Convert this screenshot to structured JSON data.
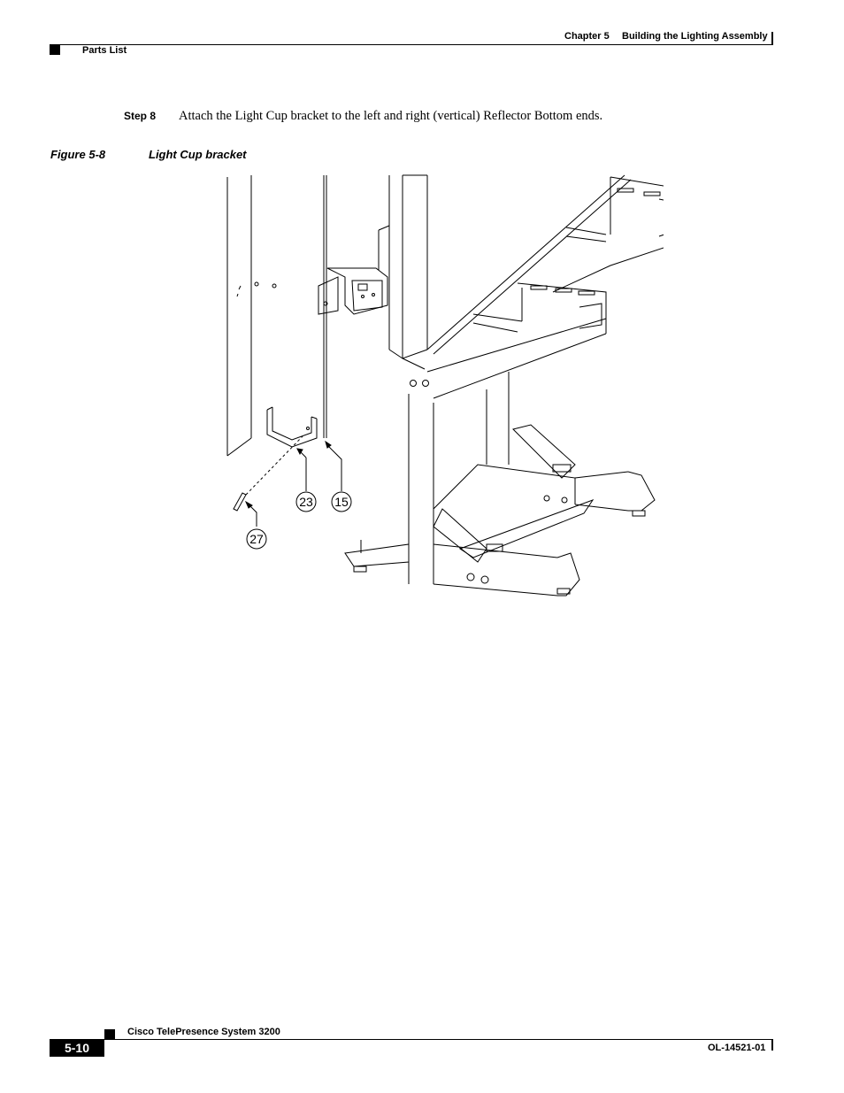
{
  "header": {
    "chapter": "Chapter 5",
    "chapter_title": "Building the Lighting Assembly",
    "section": "Parts List"
  },
  "step": {
    "label": "Step 8",
    "text": "Attach the Light Cup bracket to the left and right (vertical) Reflector Bottom ends."
  },
  "figure": {
    "number": "Figure 5-8",
    "title": "Light Cup bracket",
    "callouts": [
      "23",
      "15",
      "27"
    ]
  },
  "footer": {
    "page_number": "5-10",
    "product": "Cisco TelePresence System 3200",
    "doc_id": "OL-14521-01"
  }
}
